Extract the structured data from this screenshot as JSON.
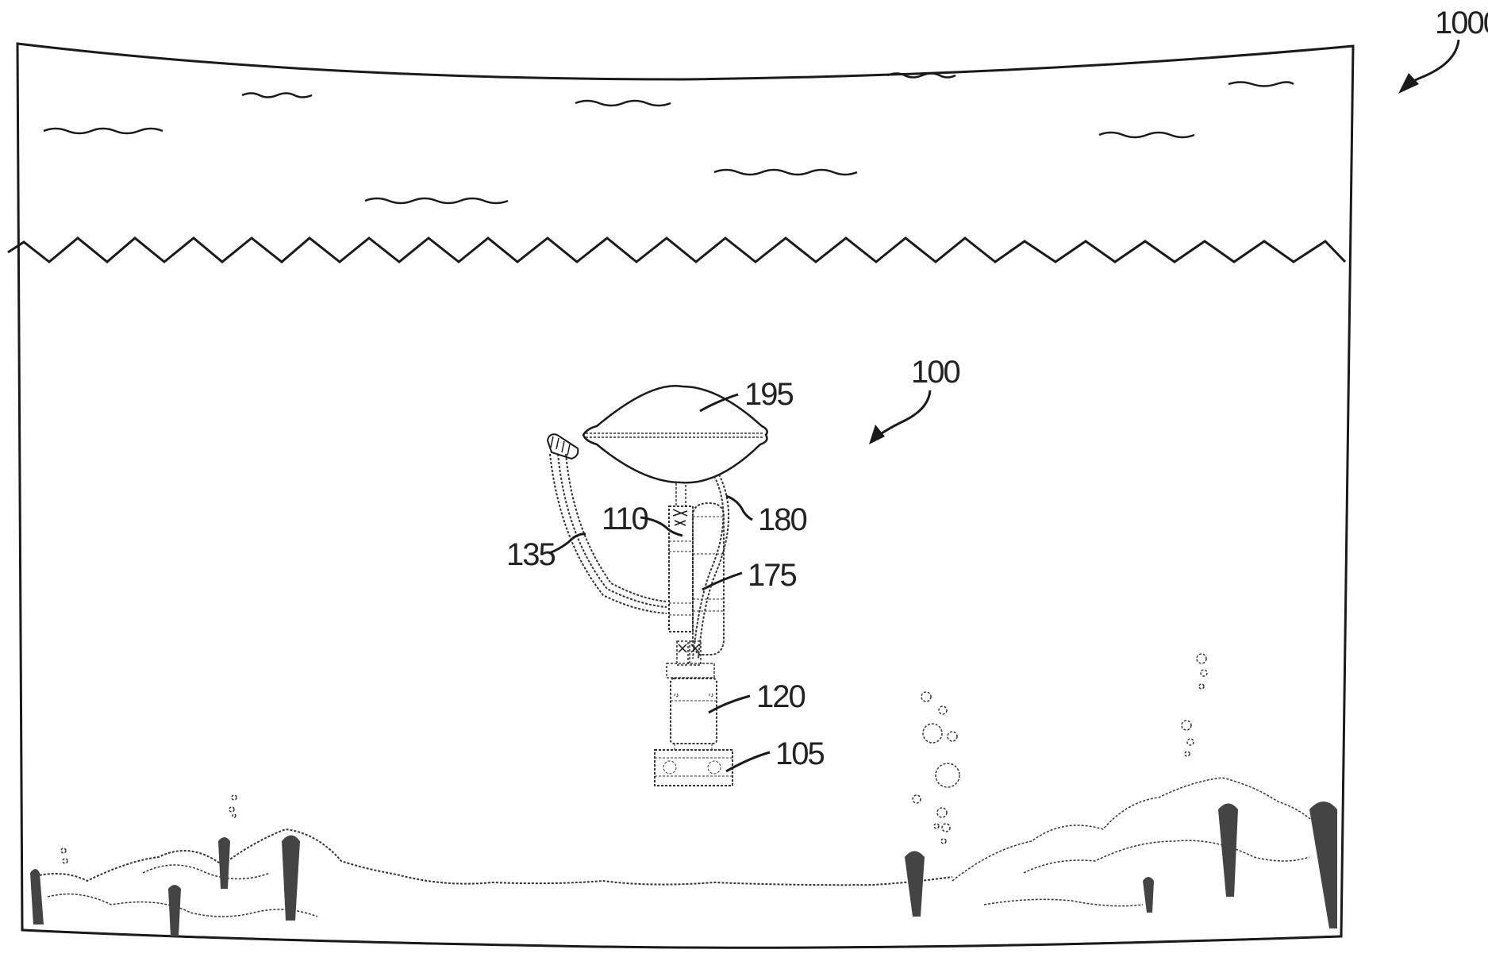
{
  "figure": {
    "title": "Underwater environment with deployed device",
    "reference_labels": {
      "environment": "1000",
      "device": "100",
      "float_bladder": "195",
      "module_top": "110",
      "hose": "180",
      "tank": "175",
      "cable": "135",
      "housing": "120",
      "base": "105"
    },
    "colors": {
      "ink": "#1a1a1a",
      "background": "#ffffff"
    }
  }
}
